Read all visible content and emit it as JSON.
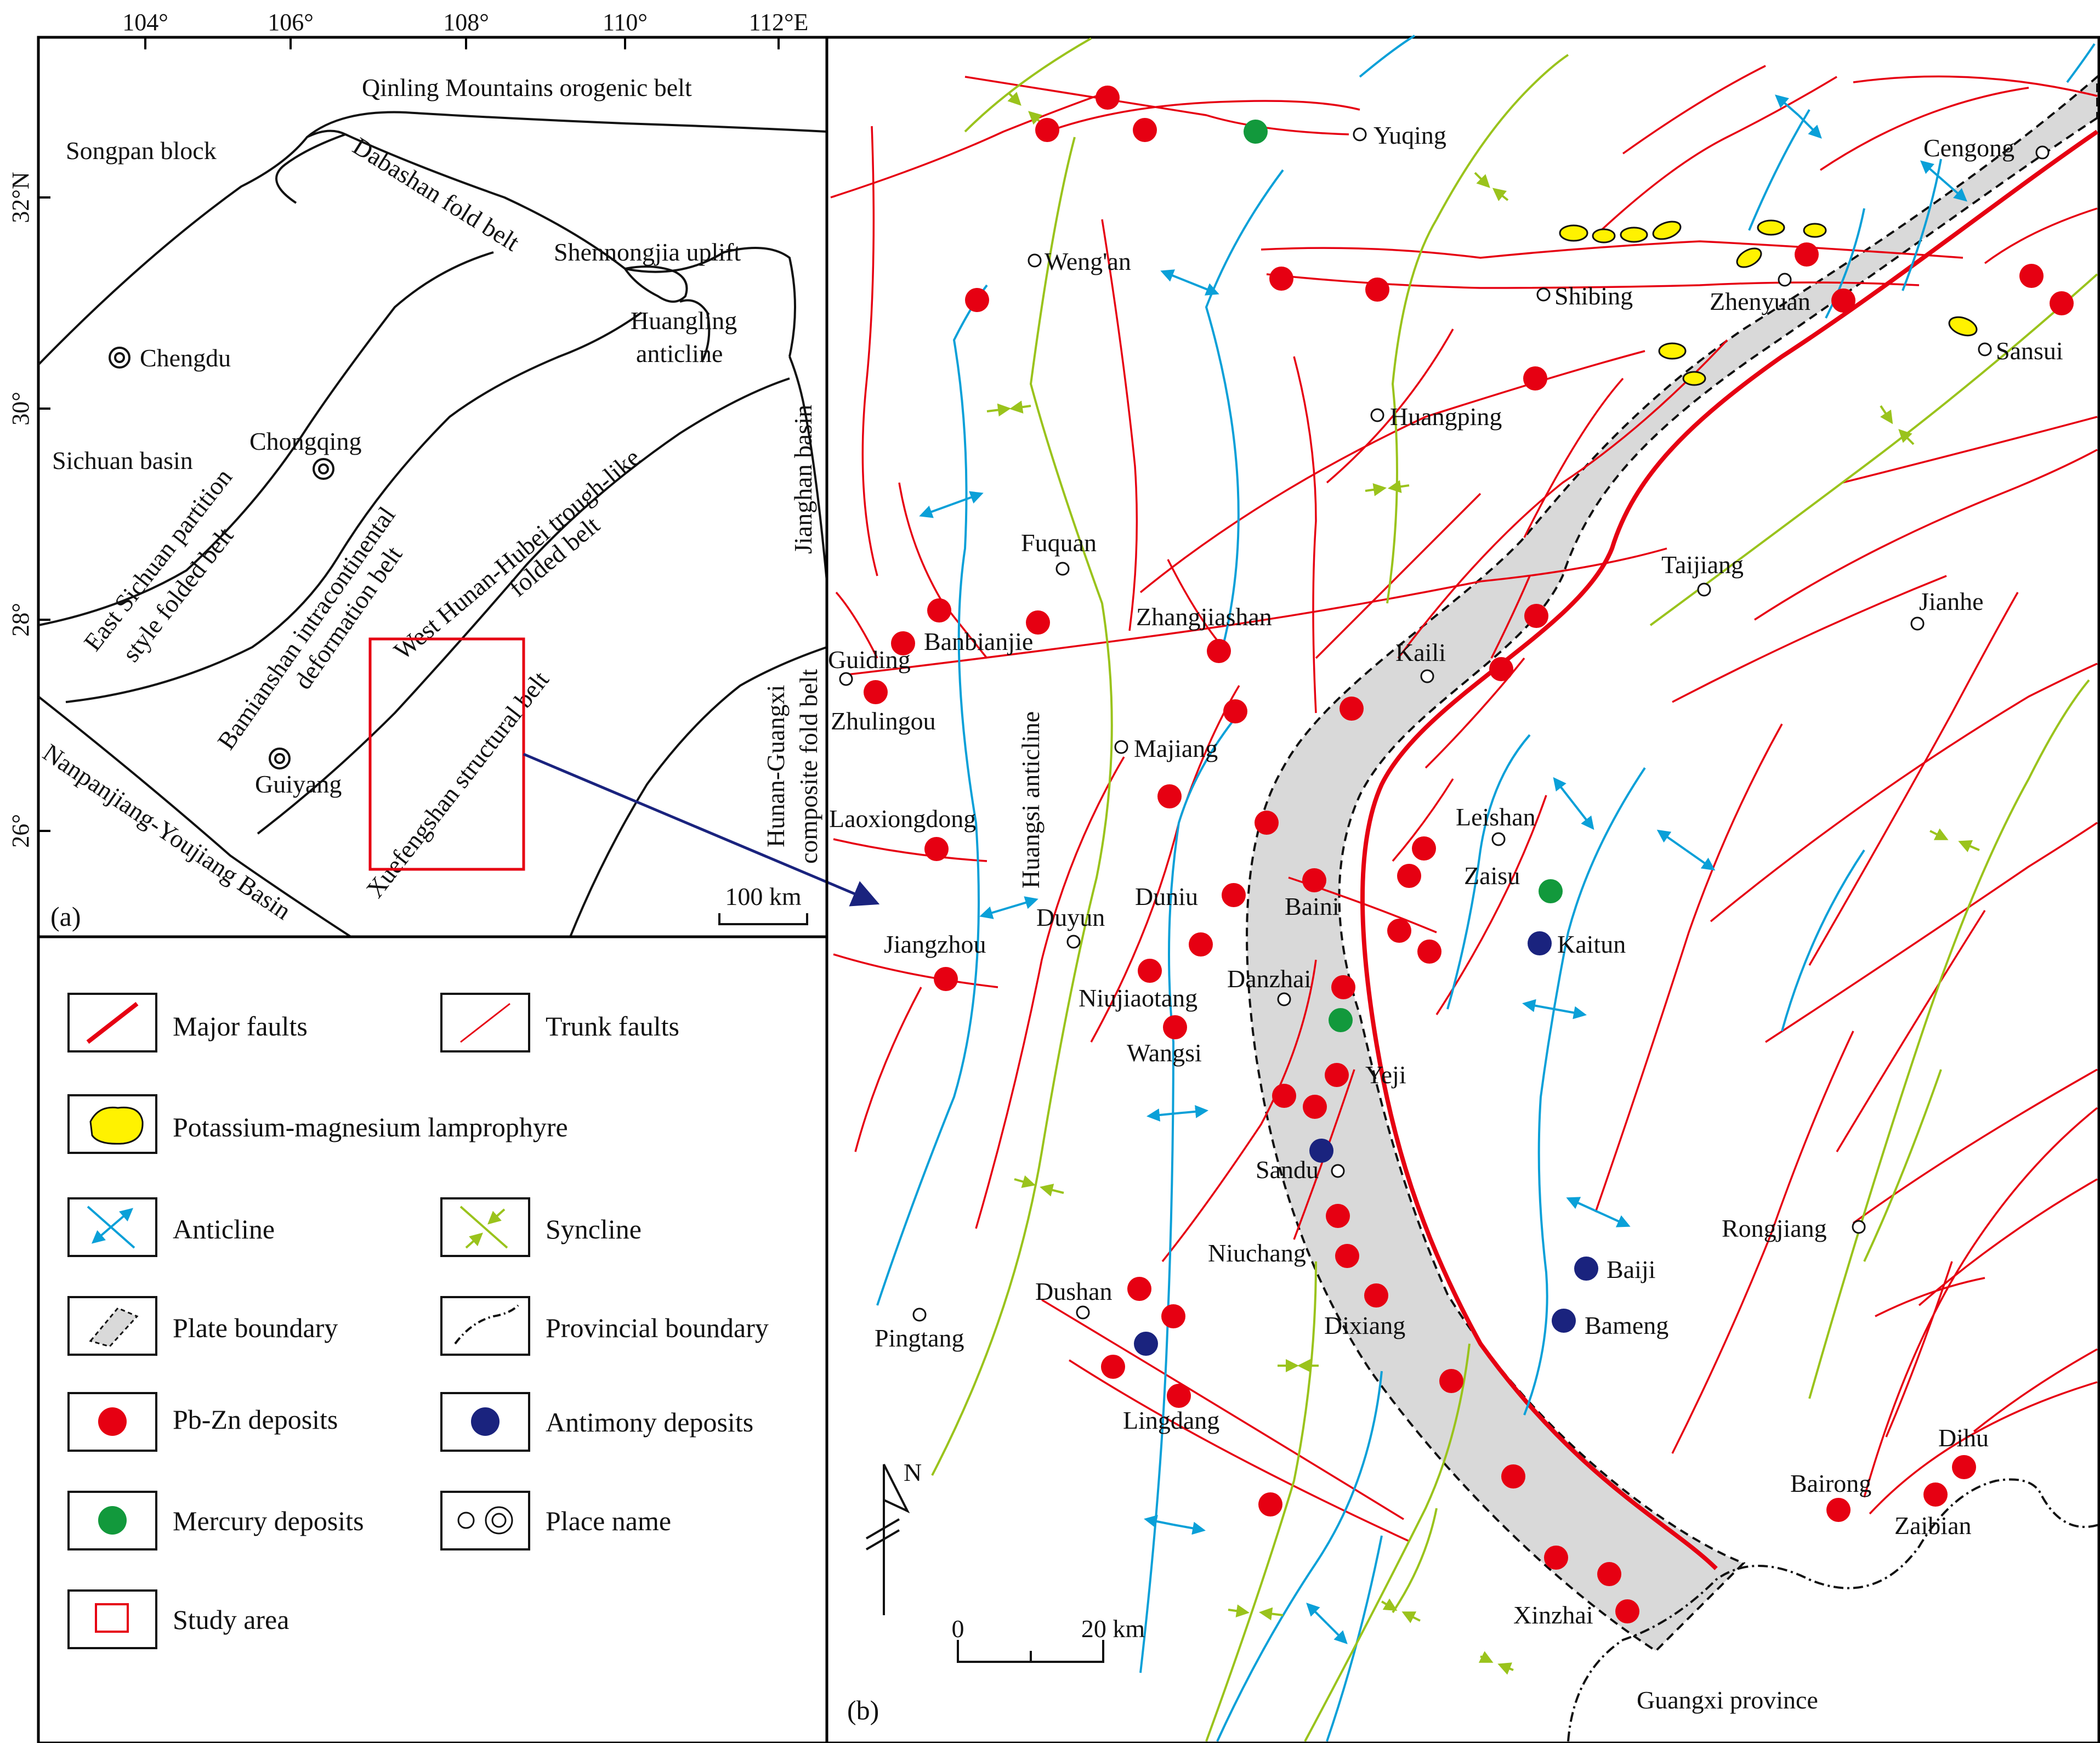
{
  "panel_a": {
    "panel_label": "(a)",
    "lon_ticks": [
      "104°",
      "106°",
      "108°",
      "110°",
      "112°E"
    ],
    "lat_ticks": [
      "32°N",
      "30°",
      "28°",
      "26°"
    ],
    "scale_label": "100 km",
    "regions": {
      "qinling": "Qinling Mountains orogenic belt",
      "songpan": "Songpan block",
      "dabashan": "Dabashan fold belt",
      "shennongjia": "Shennongjia uplift",
      "huangling_1": "Huangling",
      "huangling_2": "anticline",
      "chengdu": "Chengdu",
      "chongqing": "Chongqing",
      "sichuan_basin": "Sichuan basin",
      "jianghan": "Jianghan basin",
      "east_sichuan_1": "East Sichuan partition",
      "east_sichuan_2": "style folded belt",
      "bamianshan_1": "Bamianshan intracontinental",
      "bamianshan_2": "deformation belt",
      "west_hunan_1": "West Hunan-Hubei trough-like",
      "west_hunan_2": "folded belt",
      "xuefengshan": "Xuefengshan structural belt",
      "hunan_guangxi_1": "Hunan-Guangxi",
      "hunan_guangxi_2": "composite fold belt",
      "guiyang": "Guiyang",
      "nanpanjiang": "Nanpanjiang-Youjiang Basin"
    }
  },
  "panel_b": {
    "panel_label": "(b)",
    "north": "N",
    "scale_zero": "0",
    "scale_end": "20 km",
    "province": "Guangxi province",
    "labels": {
      "yuqing": "Yuqing",
      "cengong": "Cengong",
      "wengan": "Weng'an",
      "shibing": "Shibing",
      "zhenyuan": "Zhenyuan",
      "sansui": "Sansui",
      "huangping": "Huangping",
      "fuquan": "Fuquan",
      "taijiang": "Taijiang",
      "jianhe": "Jianhe",
      "zhangjiashan": "Zhangjiashan",
      "banbianjie": "Banbianjie",
      "guiding": "Guiding",
      "kaili": "Kaili",
      "zhulingou": "Zhulingou",
      "majiang": "Majiang",
      "laoxiongdong": "Laoxiongdong",
      "leishan": "Leishan",
      "huangsi": "Huangsi anticline",
      "duniu": "Duniu",
      "baini": "Baini",
      "zaisu": "Zaisu",
      "duyun": "Duyun",
      "jiangzhou": "Jiangzhou",
      "kaitun": "Kaitun",
      "danzhai": "Danzhai",
      "niujiaotang": "Niujiaotang",
      "wangsi": "Wangsi",
      "yeji": "Yeji",
      "sandu": "Sandu",
      "rongjiang": "Rongjiang",
      "niuchang": "Niuchang",
      "baiji": "Baiji",
      "dushan": "Dushan",
      "dixiang": "Dixiang",
      "bameng": "Bameng",
      "pingtang": "Pingtang",
      "lingdang": "Lingdang",
      "dihu": "Dihu",
      "bairong": "Bairong",
      "zaibian": "Zaibian",
      "xinzhai": "Xinzhai"
    }
  },
  "legend": {
    "major_faults": "Major faults",
    "trunk_faults": "Trunk faults",
    "lamprophyre": "Potassium-magnesium lamprophyre",
    "anticline": "Anticline",
    "syncline": "Syncline",
    "plate_boundary": "Plate boundary",
    "provincial_boundary": "Provincial boundary",
    "pbzn": "Pb-Zn  deposits",
    "antimony": "Antimony deposits",
    "mercury": "Mercury deposits",
    "place_name": "Place name",
    "study_area": "Study area"
  },
  "colors": {
    "fault": "#e60012",
    "anticline": "#0aa0d8",
    "syncline": "#9ac31c",
    "pbzn": "#e60012",
    "mercury": "#12993c",
    "antimony": "#1a237e",
    "lamprophyre": "#fff200",
    "plate_fill": "#d9d9d9",
    "arrow": "#1a237e"
  }
}
